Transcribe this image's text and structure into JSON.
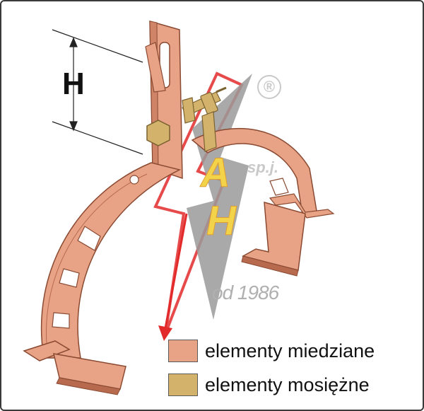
{
  "dimension": {
    "label": "H"
  },
  "logo": {
    "registered_mark": "®",
    "letters": "AH",
    "company_suffix": "sp.j.",
    "since": "od 1986"
  },
  "legend": {
    "items": [
      {
        "label": "elementy miedziane",
        "color": "#e8a386"
      },
      {
        "label": "elementy mosiężne",
        "color": "#d3b36c"
      }
    ]
  },
  "colors": {
    "copper": "#e8a386",
    "copper_dark": "#b86a4e",
    "brass": "#d3b36c",
    "logo_red": "#e22a2a",
    "logo_grey": "#9a9a9a"
  }
}
